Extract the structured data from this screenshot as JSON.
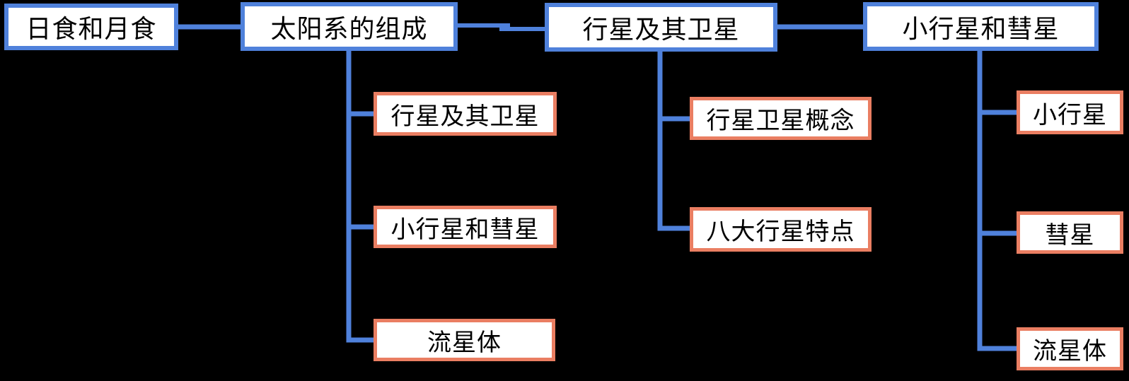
{
  "diagram": {
    "title": "Solar system concept map",
    "colors": {
      "background": "#000000",
      "blue": "#4F81DB",
      "orange": "#EA7E62",
      "box_bg": "#FFFFFF",
      "text": "#000000"
    },
    "top_nodes": [
      {
        "label": "日食和月食",
        "children": []
      },
      {
        "label": "太阳系的组成",
        "children": [
          {
            "label": "行星及其卫星"
          },
          {
            "label": "小行星和彗星"
          },
          {
            "label": "流星体"
          }
        ]
      },
      {
        "label": "行星及其卫星",
        "children": [
          {
            "label": "行星卫星概念"
          },
          {
            "label": "八大行星特点"
          }
        ]
      },
      {
        "label": "小行星和彗星",
        "children": [
          {
            "label": "小行星"
          },
          {
            "label": "彗星"
          },
          {
            "label": "流星体"
          }
        ]
      }
    ]
  }
}
